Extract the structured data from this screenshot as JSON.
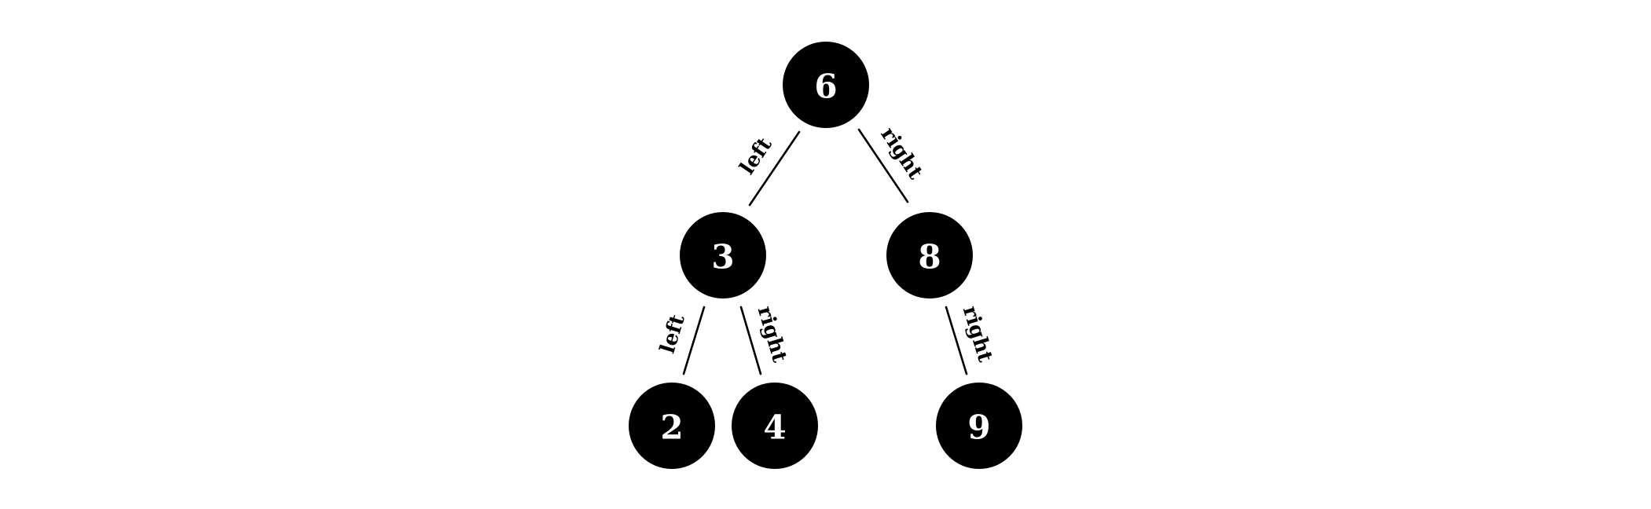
{
  "tree": {
    "nodes": [
      {
        "id": "n6",
        "label": "6"
      },
      {
        "id": "n3",
        "label": "3"
      },
      {
        "id": "n8",
        "label": "8"
      },
      {
        "id": "n2",
        "label": "2"
      },
      {
        "id": "n4",
        "label": "4"
      },
      {
        "id": "n9",
        "label": "9"
      }
    ],
    "edges": [
      {
        "id": "e6-3",
        "from": "n6",
        "to": "n3",
        "label": "left"
      },
      {
        "id": "e6-8",
        "from": "n6",
        "to": "n8",
        "label": "right"
      },
      {
        "id": "e3-2",
        "from": "n3",
        "to": "n2",
        "label": "left"
      },
      {
        "id": "e3-4",
        "from": "n3",
        "to": "n4",
        "label": "right"
      },
      {
        "id": "e8-9",
        "from": "n8",
        "to": "n9",
        "label": "right"
      }
    ]
  },
  "colors": {
    "node_fill": "#000000",
    "node_text": "#ffffff",
    "edge": "#000000",
    "background": "#ffffff"
  }
}
